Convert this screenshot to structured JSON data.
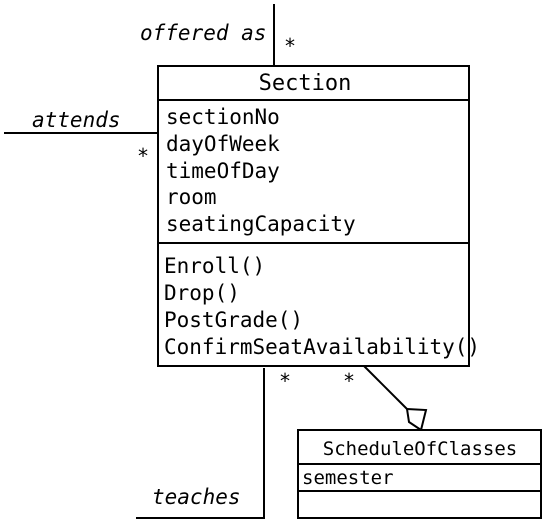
{
  "section": {
    "name": "Section",
    "attributes": [
      "sectionNo",
      "dayOfWeek",
      "timeOfDay",
      "room",
      "seatingCapacity"
    ],
    "operations": [
      "Enroll()",
      "Drop()",
      "PostGrade()",
      "ConfirmSeatAvailability()"
    ]
  },
  "schedule": {
    "name": "ScheduleOfClasses",
    "attributes": [
      "semester"
    ]
  },
  "associations": {
    "offered_as": {
      "label": "offered as",
      "multiplicity": "*"
    },
    "attends": {
      "label": "attends",
      "multiplicity": "*"
    },
    "teaches": {
      "label": "teaches",
      "multiplicity": "*"
    },
    "aggregation": {
      "multiplicity": "*"
    }
  },
  "colors": {
    "line": "#000000",
    "background": "#ffffff"
  }
}
